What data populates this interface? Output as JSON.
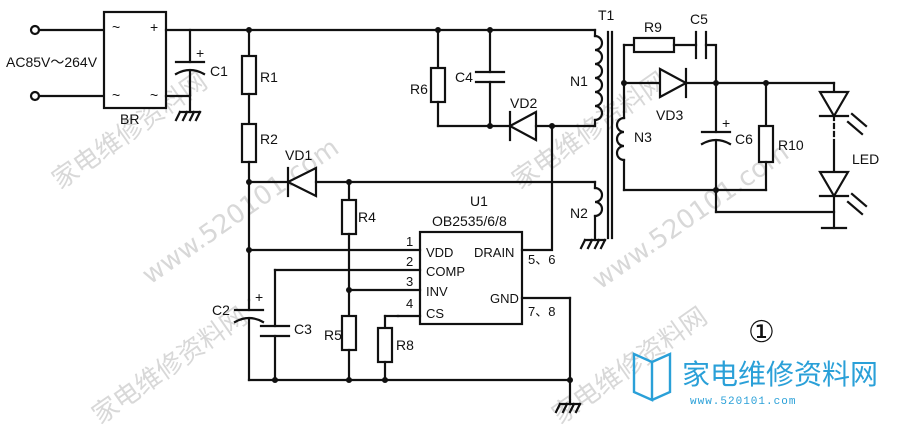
{
  "input": {
    "label": "AC85V～264V"
  },
  "bridge": {
    "label": "BR",
    "ac_symbol_1": "~",
    "ac_symbol_2": "~",
    "plus": "+",
    "minus": "~"
  },
  "components": {
    "C1": "C1",
    "R1": "R1",
    "R2": "R2",
    "VD1": "VD1",
    "R4": "R4",
    "R6": "R6",
    "C4": "C4",
    "VD2": "VD2",
    "T1": "T1",
    "N1": "N1",
    "N2": "N2",
    "N3": "N3",
    "R9": "R9",
    "C5": "C5",
    "VD3": "VD3",
    "C6": "C6",
    "R10": "R10",
    "LED": "LED",
    "C2": "C2",
    "C3": "C3",
    "R5": "R5",
    "R8": "R8",
    "U1": "U1"
  },
  "ic": {
    "part": "OB2535/6/8",
    "pins_left": [
      {
        "num": "1",
        "name": "VDD"
      },
      {
        "num": "2",
        "name": "COMP"
      },
      {
        "num": "3",
        "name": "INV"
      },
      {
        "num": "4",
        "name": "CS"
      }
    ],
    "pins_right": [
      {
        "num": "5、6",
        "name": "DRAIN"
      },
      {
        "num": "7、8",
        "name": "GND"
      }
    ]
  },
  "polarity_plus": "+",
  "figure_number": "①",
  "logo": {
    "text": "家电维修资料网",
    "url": "www.520101.com"
  },
  "watermarks": [
    "家电维修资料网",
    "www.520101.com"
  ],
  "colors": {
    "ink": "#111111",
    "logo": "#2aa0d8",
    "watermark": "#d8d8d8"
  }
}
